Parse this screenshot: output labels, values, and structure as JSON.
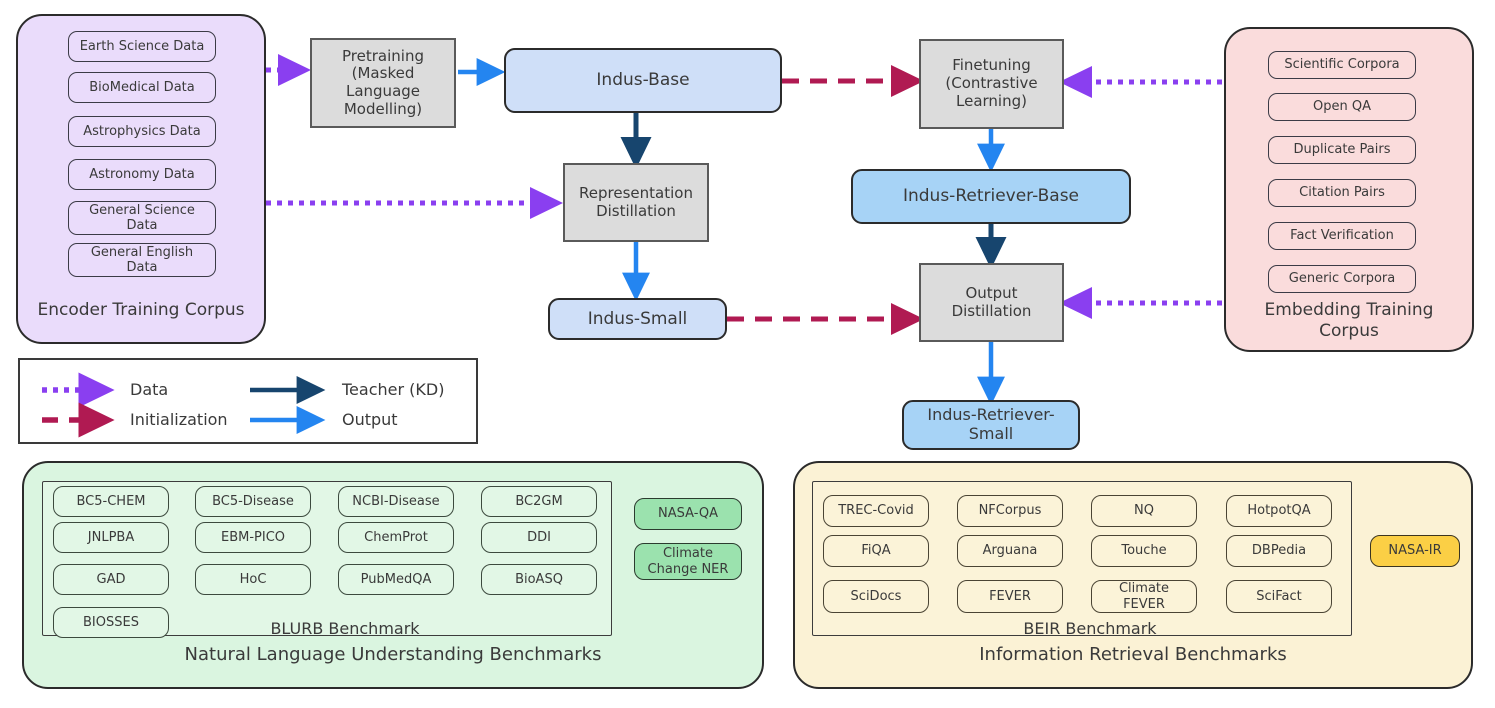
{
  "encoder_corpus": {
    "title": "Encoder Training Corpus",
    "color": "#EADCFB",
    "items": [
      {
        "label": "Earth Science  Data"
      },
      {
        "label": "BioMedical Data"
      },
      {
        "label": "Astrophysics  Data"
      },
      {
        "label": "Astronomy   Data"
      },
      {
        "label": "General Science\nData"
      },
      {
        "label": "General English\nData"
      }
    ]
  },
  "embedding_corpus": {
    "title": "Embedding Training\nCorpus",
    "color": "#FADCDC",
    "items": [
      {
        "label": "Scientific Corpora"
      },
      {
        "label": "Open QA"
      },
      {
        "label": "Duplicate Pairs"
      },
      {
        "label": "Citation Pairs"
      },
      {
        "label": "Fact Verification"
      },
      {
        "label": "Generic Corpora"
      }
    ]
  },
  "pipeline": {
    "pretraining": "Pretraining\n(Masked\nLanguage\nModelling)",
    "indus_base": "Indus-Base",
    "representation_distillation": "Representation\nDistillation",
    "indus_small": "Indus-Small",
    "finetuning": "Finetuning\n(Contrastive\nLearning)",
    "indus_retriever_base": "Indus-Retriever-Base",
    "output_distillation": "Output\nDistillation",
    "indus_retriever_small": "Indus-Retriever-\nSmall"
  },
  "legend": {
    "items": [
      {
        "label": "Data",
        "style": "dotted",
        "color": "#8A3FF0"
      },
      {
        "label": "Initialization",
        "style": "dashed",
        "color": "#B01A52"
      },
      {
        "label": "Teacher (KD)",
        "style": "solid",
        "color": "#17456E"
      },
      {
        "label": "Output",
        "style": "solid",
        "color": "#2485F0"
      }
    ]
  },
  "nlu_panel": {
    "title": "Natural Language Understanding Benchmarks",
    "color": "#DAF5E0",
    "inner_title": "BLURB Benchmark",
    "inner_items": [
      "BC5-CHEM",
      "BC5-Disease",
      "NCBI-Disease",
      "BC2GM",
      "JNLPBA",
      "EBM-PICO",
      "ChemProt",
      "DDI",
      "GAD",
      "HoC",
      "PubMedQA",
      "BioASQ",
      "BIOSSES"
    ],
    "side_items": [
      "NASA-QA",
      "Climate\nChange NER"
    ]
  },
  "ir_panel": {
    "title": "Information Retrieval Benchmarks",
    "color": "#FBF2D5",
    "inner_title": "BEIR Benchmark",
    "inner_items": [
      "TREC-Covid",
      "NFCorpus",
      "NQ",
      "HotpotQA",
      "FiQA",
      "Arguana",
      "Touche",
      "DBPedia",
      "SciDocs",
      "FEVER",
      "Climate\nFEVER",
      "SciFact"
    ],
    "side_items": [
      "NASA-IR"
    ]
  },
  "colors": {
    "data_arrow": "#8A3FF0",
    "init_arrow": "#B01A52",
    "teacher_arrow": "#17456E",
    "output_arrow": "#2485F0",
    "process_fill": "#DCDCDC",
    "model_base_fill": "#CFDFF8",
    "model_retriever_fill": "#A7D3F6"
  }
}
